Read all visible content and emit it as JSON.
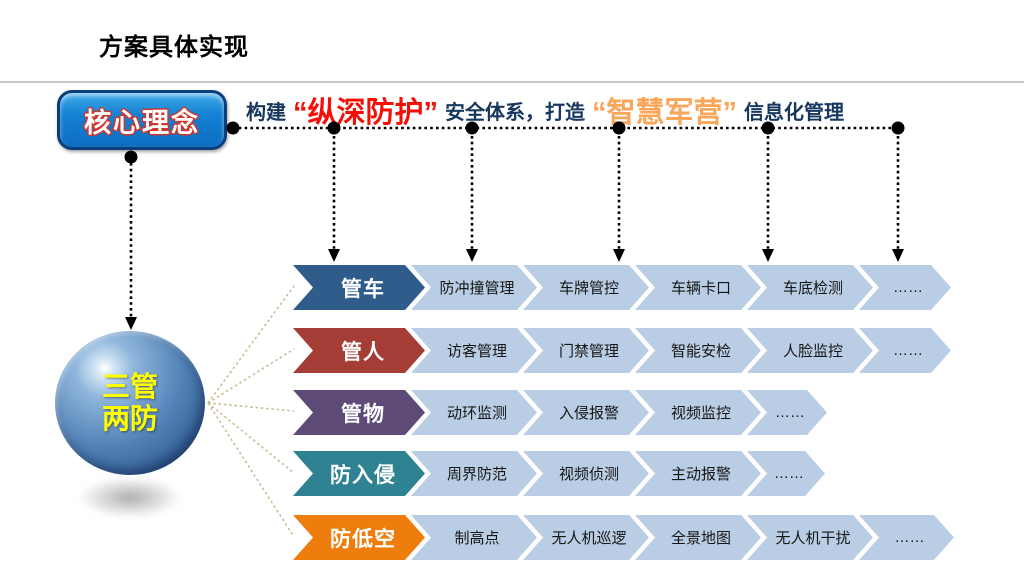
{
  "title": "方案具体实现",
  "core_box": {
    "label": "核心理念"
  },
  "headline": {
    "seg_build": "构建",
    "seg_defense": "“纵深防护”",
    "seg_system": "安全体系，打造",
    "seg_smart": "“智慧军营”",
    "seg_info": "信息化管理"
  },
  "sphere": {
    "line1": "三管",
    "line2": "两防"
  },
  "rows": [
    {
      "lead": "管车",
      "color": "#2f5c8a",
      "items": [
        "防冲撞管理",
        "车牌管控",
        "车辆卡口",
        "车底检测",
        "……"
      ]
    },
    {
      "lead": "管人",
      "color": "#a43d35",
      "items": [
        "访客管理",
        "门禁管理",
        "智能安检",
        "人脸监控",
        "……"
      ]
    },
    {
      "lead": "管物",
      "color": "#5d4a76",
      "items": [
        "动环监测",
        "入侵报警",
        "视频监控",
        "……"
      ]
    },
    {
      "lead": "防入侵",
      "color": "#2f8292",
      "items": [
        "周界防范",
        "视频侦测",
        "主动报警",
        "……"
      ]
    },
    {
      "lead": "防低空",
      "color": "#ee7d0c",
      "items": [
        "制高点",
        "无人机巡逻",
        "全景地图",
        "无人机干扰",
        "……"
      ]
    }
  ],
  "colors": {
    "headline_navy": "#17375e",
    "headline_accent_red": "#f50d06",
    "headline_accent_orange": "#f9a55a",
    "core_box_blue": "#1581d3",
    "sphere_blue": "#3e6fa6",
    "sphere_text_yellow": "#ffff00",
    "item_chevron_blue": "#b9cde5",
    "connector_black": "#000000",
    "radiating_tan": "#c8bc93",
    "title_black": "#000000"
  }
}
